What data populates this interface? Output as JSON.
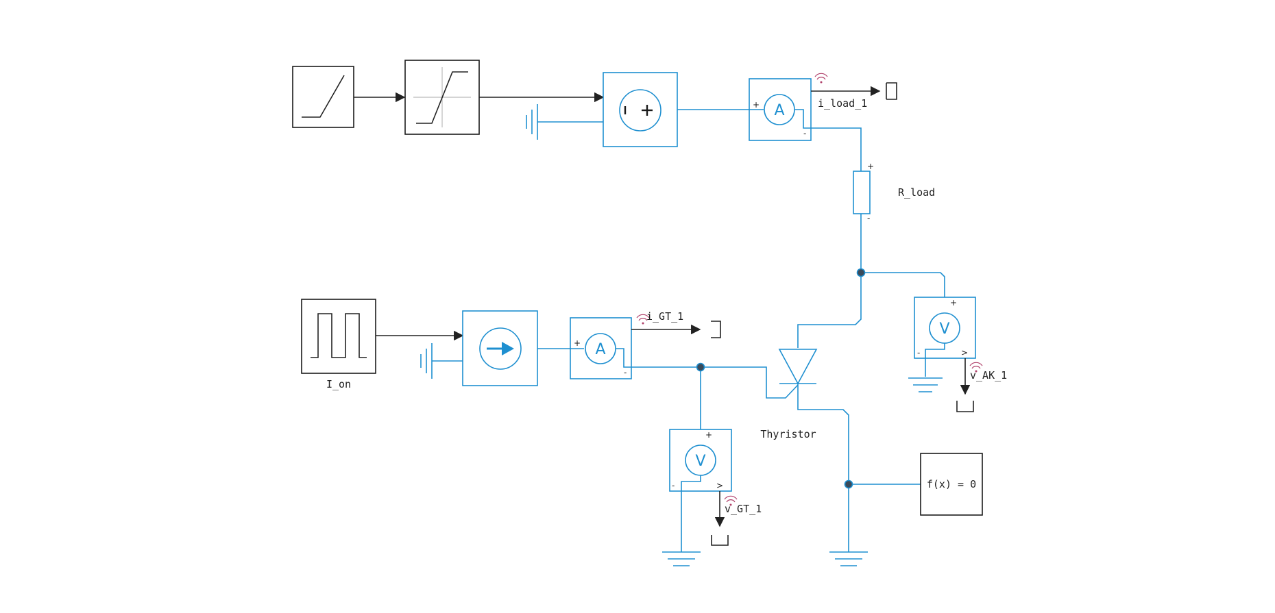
{
  "diagram": {
    "labels": {
      "i_load": "i_load_1",
      "r_load": "R_load",
      "i_on": "I_on",
      "i_gt": "i_GT_1",
      "v_ak": "v_AK_1",
      "thyristor": "Thyristor",
      "v_gt": "v_GT_1",
      "fx": "f(x) = 0"
    },
    "meter_letters": {
      "ammeter": "A",
      "voltmeter": "V"
    },
    "signs": {
      "plus": "+",
      "minus": "-",
      "out": ">"
    },
    "colors": {
      "electrical": "#1e8fd0",
      "signal": "#222222",
      "log_icon": "#b0406a"
    },
    "icons": [
      "ramp-icon",
      "saturation-icon",
      "voltage-source-icon",
      "ammeter-icon",
      "resistor-icon",
      "pulse-icon",
      "current-source-icon",
      "voltmeter-icon",
      "thyristor-icon",
      "ground-icon",
      "terminator-icon",
      "log-signal-icon"
    ]
  }
}
